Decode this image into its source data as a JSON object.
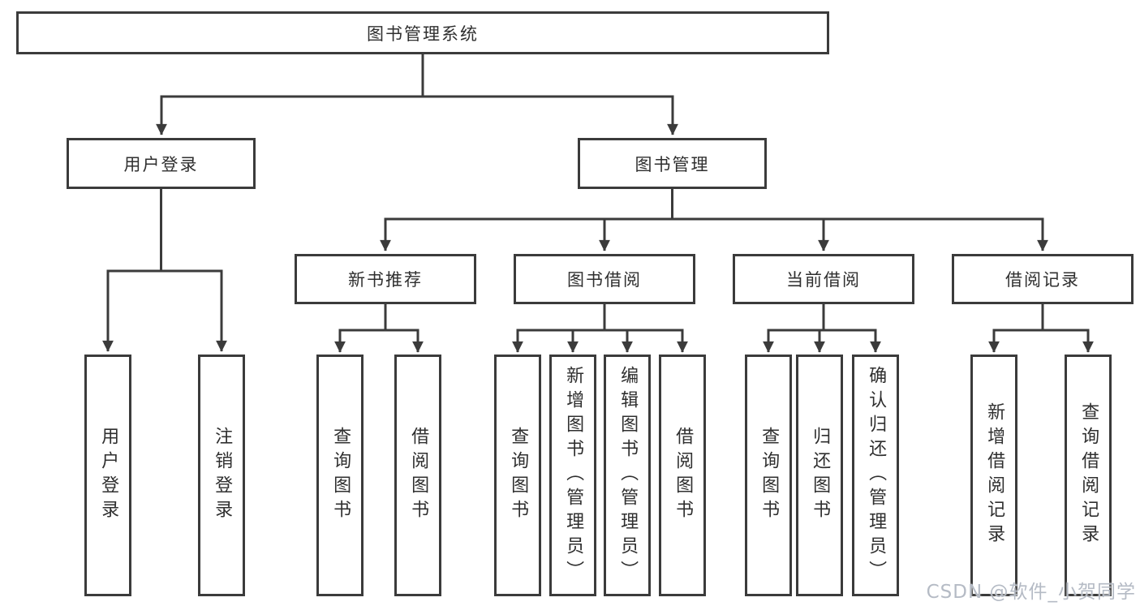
{
  "diagram": {
    "root": "图书管理系统",
    "user_login": {
      "label": "用户登录",
      "leaves": [
        "用户登录",
        "注销登录"
      ]
    },
    "book_management": {
      "label": "图书管理",
      "sections": [
        {
          "label": "新书推荐",
          "leaves": [
            "查询图书",
            "借阅图书"
          ]
        },
        {
          "label": "图书借阅",
          "leaves": [
            "查询图书",
            "新增图书（管理员）",
            "编辑图书（管理员）",
            "借阅图书"
          ]
        },
        {
          "label": "当前借阅",
          "leaves": [
            "查询图书",
            "归还图书",
            "确认归还（管理员）"
          ]
        },
        {
          "label": "借阅记录",
          "leaves": [
            "新增借阅记录",
            "查询借阅记录"
          ]
        }
      ]
    },
    "watermark": "CSDN @软件_小贺同学",
    "colors": {
      "line": "#3b3b3b",
      "text": "#2f2f2f",
      "background": "#ffffff",
      "watermark": "#b5bbc5"
    }
  }
}
